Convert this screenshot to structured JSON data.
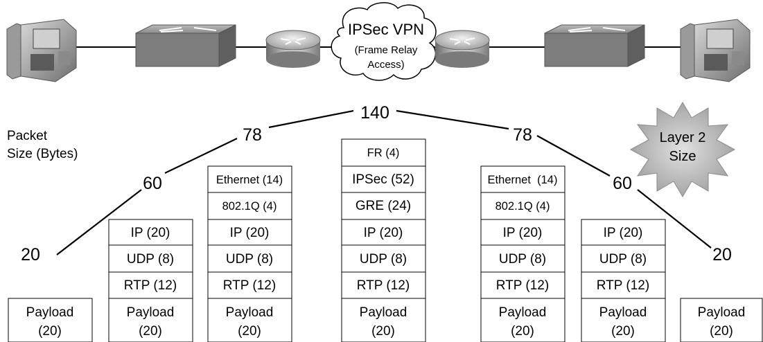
{
  "cloud": {
    "line1": "IPSec VPN",
    "line2": "(Frame Relay",
    "line3": "Access)"
  },
  "axis_label": {
    "line1": "Packet",
    "line2": "Size (Bytes)"
  },
  "sizes": {
    "left_payload": "20",
    "left_ip": "60",
    "left_eth": "78",
    "center": "140",
    "right_eth": "78",
    "right_ip": "60",
    "right_payload": "20"
  },
  "badge": {
    "line1": "Layer 2",
    "line2": "Size"
  },
  "stacks": {
    "s1": [
      "Payload",
      "(20)"
    ],
    "s2": [
      "IP (20)",
      "UDP (8)",
      "RTP (12)",
      "Payload",
      "(20)"
    ],
    "s3": [
      "Ethernet (14)",
      "802.1Q (4)",
      "IP (20)",
      "UDP (8)",
      "RTP (12)",
      "Payload",
      "(20)"
    ],
    "s4": [
      "FR (4)",
      "IPSec (52)",
      "GRE (24)",
      "IP (20)",
      "UDP (8)",
      "RTP (12)",
      "Payload",
      "(20)"
    ],
    "s5": [
      "Ethernet  (14)",
      "802.1Q (4)",
      "IP (20)",
      "UDP (8)",
      "RTP (12)",
      "Payload",
      "(20)"
    ],
    "s6": [
      "IP (20)",
      "UDP (8)",
      "RTP (12)",
      "Payload",
      "(20)"
    ],
    "s7": [
      "Payload",
      "(20)"
    ]
  }
}
